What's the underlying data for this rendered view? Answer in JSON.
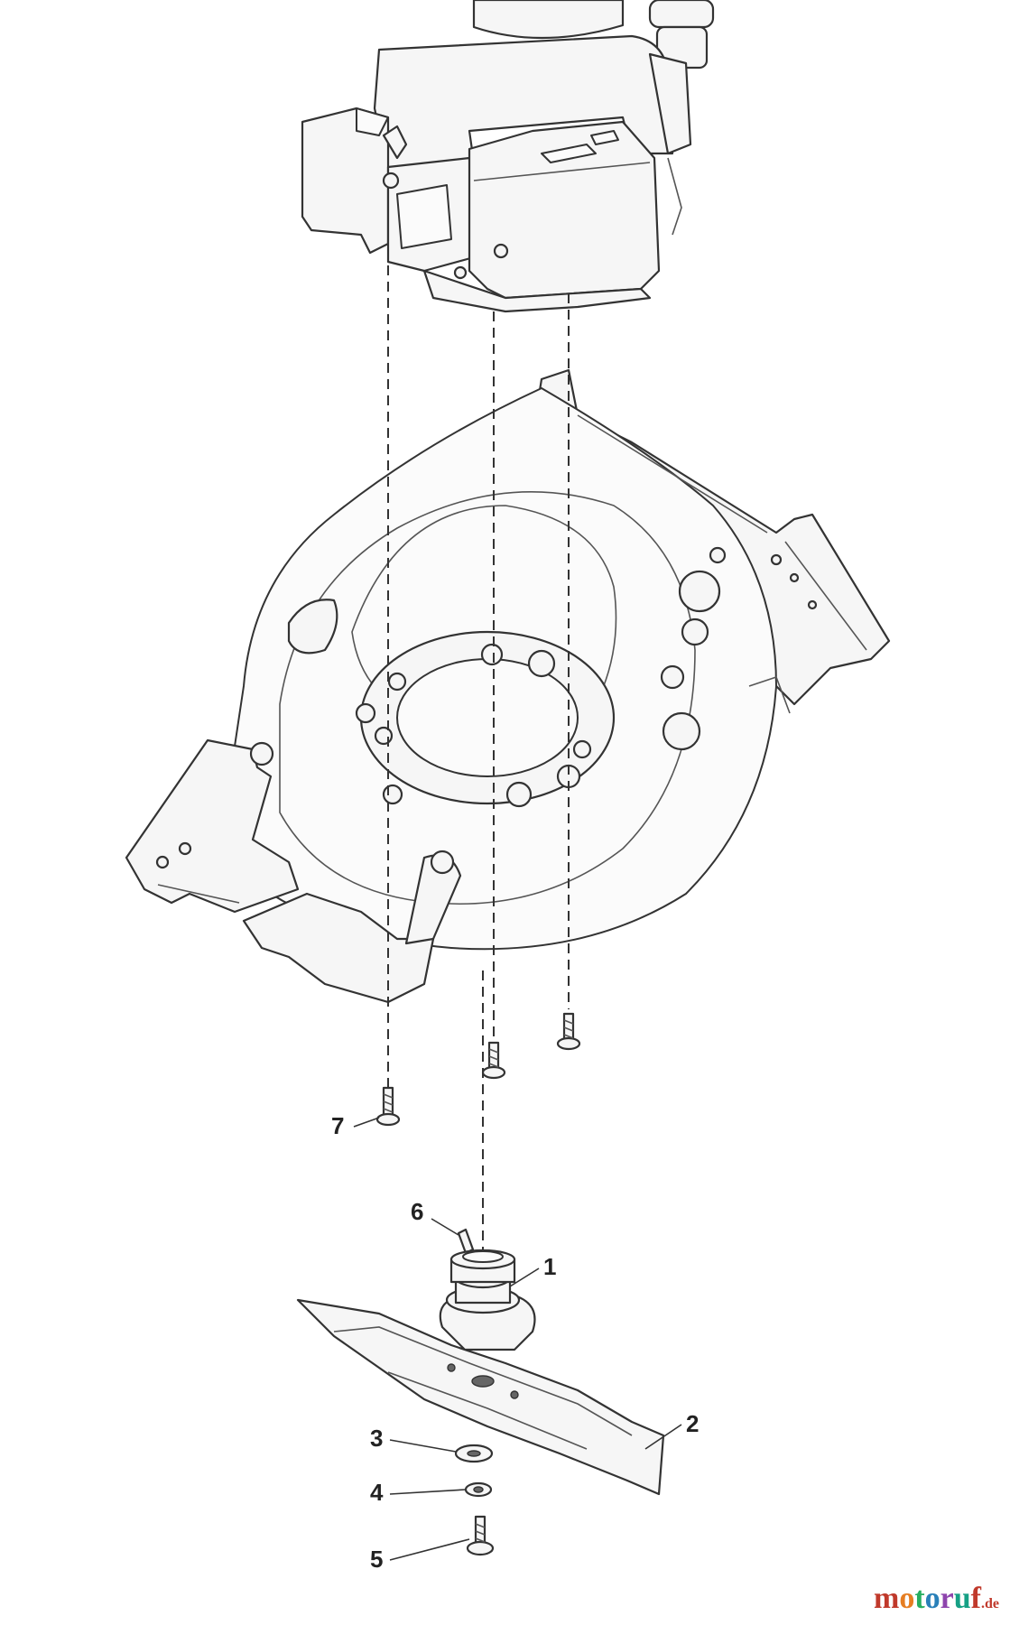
{
  "callouts": {
    "c1": "1",
    "c2": "2",
    "c3": "3",
    "c4": "4",
    "c5": "5",
    "c6": "6",
    "c7": "7"
  },
  "watermark": {
    "text": "motoruf",
    "suffix": ".de",
    "colors": [
      "#c0392b",
      "#e67e22",
      "#27ae60",
      "#2980b9",
      "#8e44ad",
      "#16a085",
      "#c0392b"
    ]
  },
  "icons": [
    "engine-drawing",
    "mower-deck-drawing",
    "blade-adapter-drawing",
    "blade-drawing",
    "washer-drawing",
    "bolt-drawing",
    "key-drawing"
  ]
}
